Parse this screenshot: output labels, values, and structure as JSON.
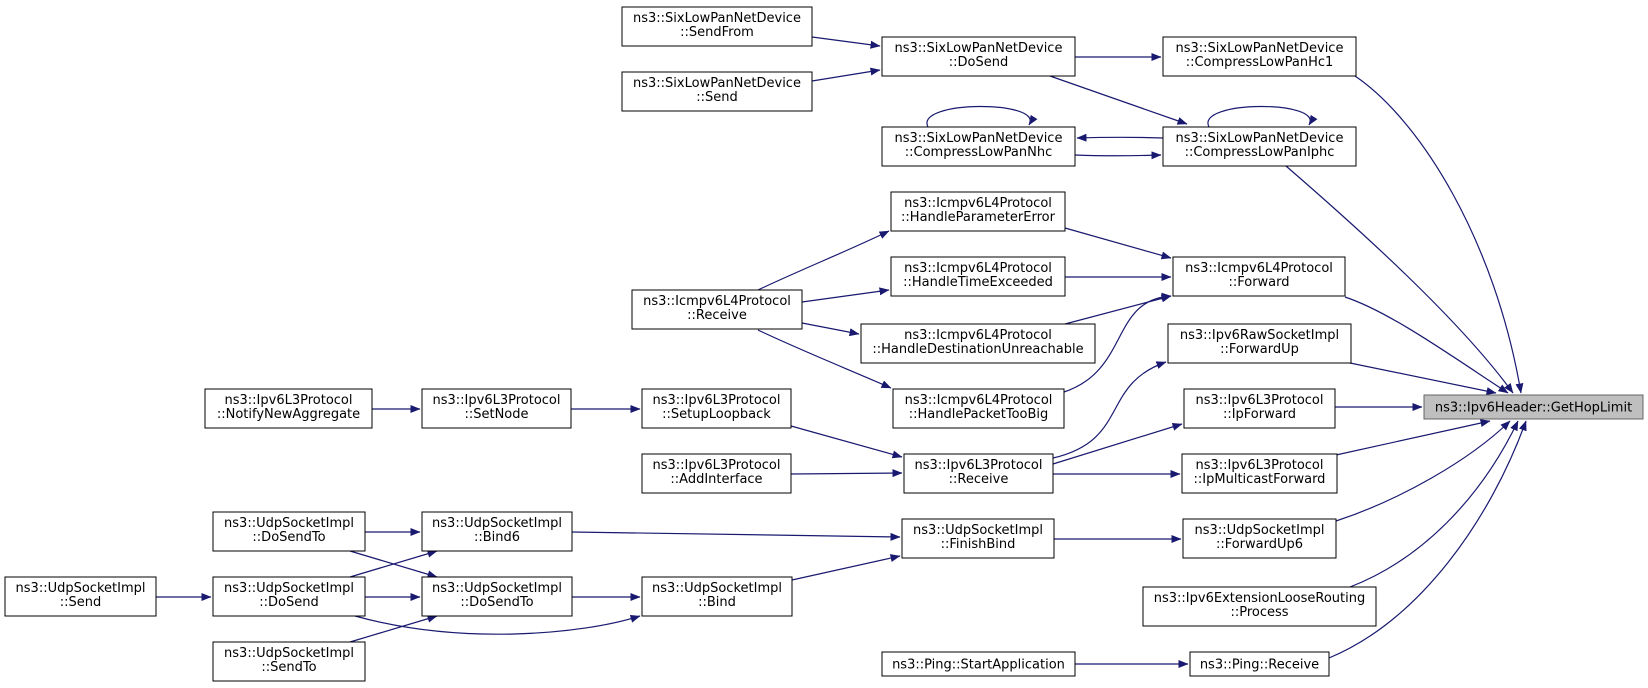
{
  "graph": {
    "edge_color": "#191970",
    "root_fill": "#bfbfbf",
    "nodes": {
      "root": {
        "lines": [
          "ns3::Ipv6Header::GetHopLimit"
        ]
      },
      "sixlp_compress_hc1": {
        "lines": [
          "ns3::SixLowPanNetDevice",
          "::CompressLowPanHc1"
        ]
      },
      "sixlp_compress_iphc": {
        "lines": [
          "ns3::SixLowPanNetDevice",
          "::CompressLowPanIphc"
        ]
      },
      "icmp_forward": {
        "lines": [
          "ns3::Icmpv6L4Protocol",
          "::Forward"
        ]
      },
      "rawsock_forwardup": {
        "lines": [
          "ns3::Ipv6RawSocketImpl",
          "::ForwardUp"
        ]
      },
      "ipv6l3_ipforward": {
        "lines": [
          "ns3::Ipv6L3Protocol",
          "::IpForward"
        ]
      },
      "ipv6l3_ipmcastforward": {
        "lines": [
          "ns3::Ipv6L3Protocol",
          "::IpMulticastForward"
        ]
      },
      "udp_forwardup6": {
        "lines": [
          "ns3::UdpSocketImpl",
          "::ForwardUp6"
        ]
      },
      "ext_looserouting_process": {
        "lines": [
          "ns3::Ipv6ExtensionLooseRouting",
          "::Process"
        ]
      },
      "ping_receive": {
        "lines": [
          "ns3::Ping::Receive"
        ]
      },
      "sixlp_dosend": {
        "lines": [
          "ns3::SixLowPanNetDevice",
          "::DoSend"
        ]
      },
      "sixlp_compress_nhc": {
        "lines": [
          "ns3::SixLowPanNetDevice",
          "::CompressLowPanNhc"
        ]
      },
      "sixlp_sendfrom": {
        "lines": [
          "ns3::SixLowPanNetDevice",
          "::SendFrom"
        ]
      },
      "sixlp_send": {
        "lines": [
          "ns3::SixLowPanNetDevice",
          "::Send"
        ]
      },
      "icmp_handle_paramerror": {
        "lines": [
          "ns3::Icmpv6L4Protocol",
          "::HandleParameterError"
        ]
      },
      "icmp_handle_timeexceeded": {
        "lines": [
          "ns3::Icmpv6L4Protocol",
          "::HandleTimeExceeded"
        ]
      },
      "icmp_handle_destunreach": {
        "lines": [
          "ns3::Icmpv6L4Protocol",
          "::HandleDestinationUnreachable"
        ]
      },
      "icmp_handle_pkttoobig": {
        "lines": [
          "ns3::Icmpv6L4Protocol",
          "::HandlePacketTooBig"
        ]
      },
      "icmp_receive": {
        "lines": [
          "ns3::Icmpv6L4Protocol",
          "::Receive"
        ]
      },
      "ipv6l3_receive": {
        "lines": [
          "ns3::Ipv6L3Protocol",
          "::Receive"
        ]
      },
      "ipv6l3_setuploopback": {
        "lines": [
          "ns3::Ipv6L3Protocol",
          "::SetupLoopback"
        ]
      },
      "ipv6l3_addinterface": {
        "lines": [
          "ns3::Ipv6L3Protocol",
          "::AddInterface"
        ]
      },
      "ipv6l3_setnode": {
        "lines": [
          "ns3::Ipv6L3Protocol",
          "::SetNode"
        ]
      },
      "ipv6l3_notifynewaggregate": {
        "lines": [
          "ns3::Ipv6L3Protocol",
          "::NotifyNewAggregate"
        ]
      },
      "udp_finishbind": {
        "lines": [
          "ns3::UdpSocketImpl",
          "::FinishBind"
        ]
      },
      "udp_bind6": {
        "lines": [
          "ns3::UdpSocketImpl",
          "::Bind6"
        ]
      },
      "udp_bind": {
        "lines": [
          "ns3::UdpSocketImpl",
          "::Bind"
        ]
      },
      "udp_dosendto_mid": {
        "lines": [
          "ns3::UdpSocketImpl",
          "::DoSendTo"
        ]
      },
      "udp_dosendto_left": {
        "lines": [
          "ns3::UdpSocketImpl",
          "::DoSendTo"
        ]
      },
      "udp_dosend": {
        "lines": [
          "ns3::UdpSocketImpl",
          "::DoSend"
        ]
      },
      "udp_sendto": {
        "lines": [
          "ns3::UdpSocketImpl",
          "::SendTo"
        ]
      },
      "udp_send": {
        "lines": [
          "ns3::UdpSocketImpl",
          "::Send"
        ]
      },
      "ping_startapplication": {
        "lines": [
          "ns3::Ping::StartApplication"
        ]
      }
    },
    "edges": [
      {
        "from": "sixlp_compress_hc1",
        "to": "root"
      },
      {
        "from": "sixlp_compress_iphc",
        "to": "root"
      },
      {
        "from": "icmp_forward",
        "to": "root"
      },
      {
        "from": "rawsock_forwardup",
        "to": "root"
      },
      {
        "from": "ipv6l3_ipforward",
        "to": "root"
      },
      {
        "from": "ipv6l3_ipmcastforward",
        "to": "root"
      },
      {
        "from": "udp_forwardup6",
        "to": "root"
      },
      {
        "from": "ext_looserouting_process",
        "to": "root"
      },
      {
        "from": "ping_receive",
        "to": "root"
      },
      {
        "from": "sixlp_dosend",
        "to": "sixlp_compress_hc1"
      },
      {
        "from": "sixlp_dosend",
        "to": "sixlp_compress_iphc"
      },
      {
        "from": "sixlp_compress_nhc",
        "to": "sixlp_compress_iphc"
      },
      {
        "from": "sixlp_compress_iphc",
        "to": "sixlp_compress_nhc"
      },
      {
        "from": "sixlp_compress_iphc",
        "to": "sixlp_compress_iphc"
      },
      {
        "from": "sixlp_compress_nhc",
        "to": "sixlp_compress_nhc"
      },
      {
        "from": "sixlp_sendfrom",
        "to": "sixlp_dosend"
      },
      {
        "from": "sixlp_send",
        "to": "sixlp_dosend"
      },
      {
        "from": "icmp_handle_paramerror",
        "to": "icmp_forward"
      },
      {
        "from": "icmp_handle_timeexceeded",
        "to": "icmp_forward"
      },
      {
        "from": "icmp_handle_destunreach",
        "to": "icmp_forward"
      },
      {
        "from": "icmp_handle_pkttoobig",
        "to": "icmp_forward"
      },
      {
        "from": "icmp_receive",
        "to": "icmp_handle_paramerror"
      },
      {
        "from": "icmp_receive",
        "to": "icmp_handle_timeexceeded"
      },
      {
        "from": "icmp_receive",
        "to": "icmp_handle_destunreach"
      },
      {
        "from": "icmp_receive",
        "to": "icmp_handle_pkttoobig"
      },
      {
        "from": "ipv6l3_receive",
        "to": "rawsock_forwardup"
      },
      {
        "from": "ipv6l3_receive",
        "to": "ipv6l3_ipforward"
      },
      {
        "from": "ipv6l3_receive",
        "to": "ipv6l3_ipmcastforward"
      },
      {
        "from": "ipv6l3_setuploopback",
        "to": "ipv6l3_receive"
      },
      {
        "from": "ipv6l3_addinterface",
        "to": "ipv6l3_receive"
      },
      {
        "from": "ipv6l3_setnode",
        "to": "ipv6l3_setuploopback"
      },
      {
        "from": "ipv6l3_notifynewaggregate",
        "to": "ipv6l3_setnode"
      },
      {
        "from": "udp_finishbind",
        "to": "udp_forwardup6"
      },
      {
        "from": "udp_bind6",
        "to": "udp_finishbind"
      },
      {
        "from": "udp_bind",
        "to": "udp_finishbind"
      },
      {
        "from": "udp_dosendto_left",
        "to": "udp_bind6"
      },
      {
        "from": "udp_dosend",
        "to": "udp_bind6"
      },
      {
        "from": "udp_dosendto_left",
        "to": "udp_dosendto_mid"
      },
      {
        "from": "udp_dosend",
        "to": "udp_dosendto_mid"
      },
      {
        "from": "udp_sendto",
        "to": "udp_dosendto_mid"
      },
      {
        "from": "udp_dosendto_mid",
        "to": "udp_bind"
      },
      {
        "from": "udp_dosend",
        "to": "udp_bind"
      },
      {
        "from": "udp_send",
        "to": "udp_dosend"
      },
      {
        "from": "ping_startapplication",
        "to": "ping_receive"
      }
    ]
  }
}
